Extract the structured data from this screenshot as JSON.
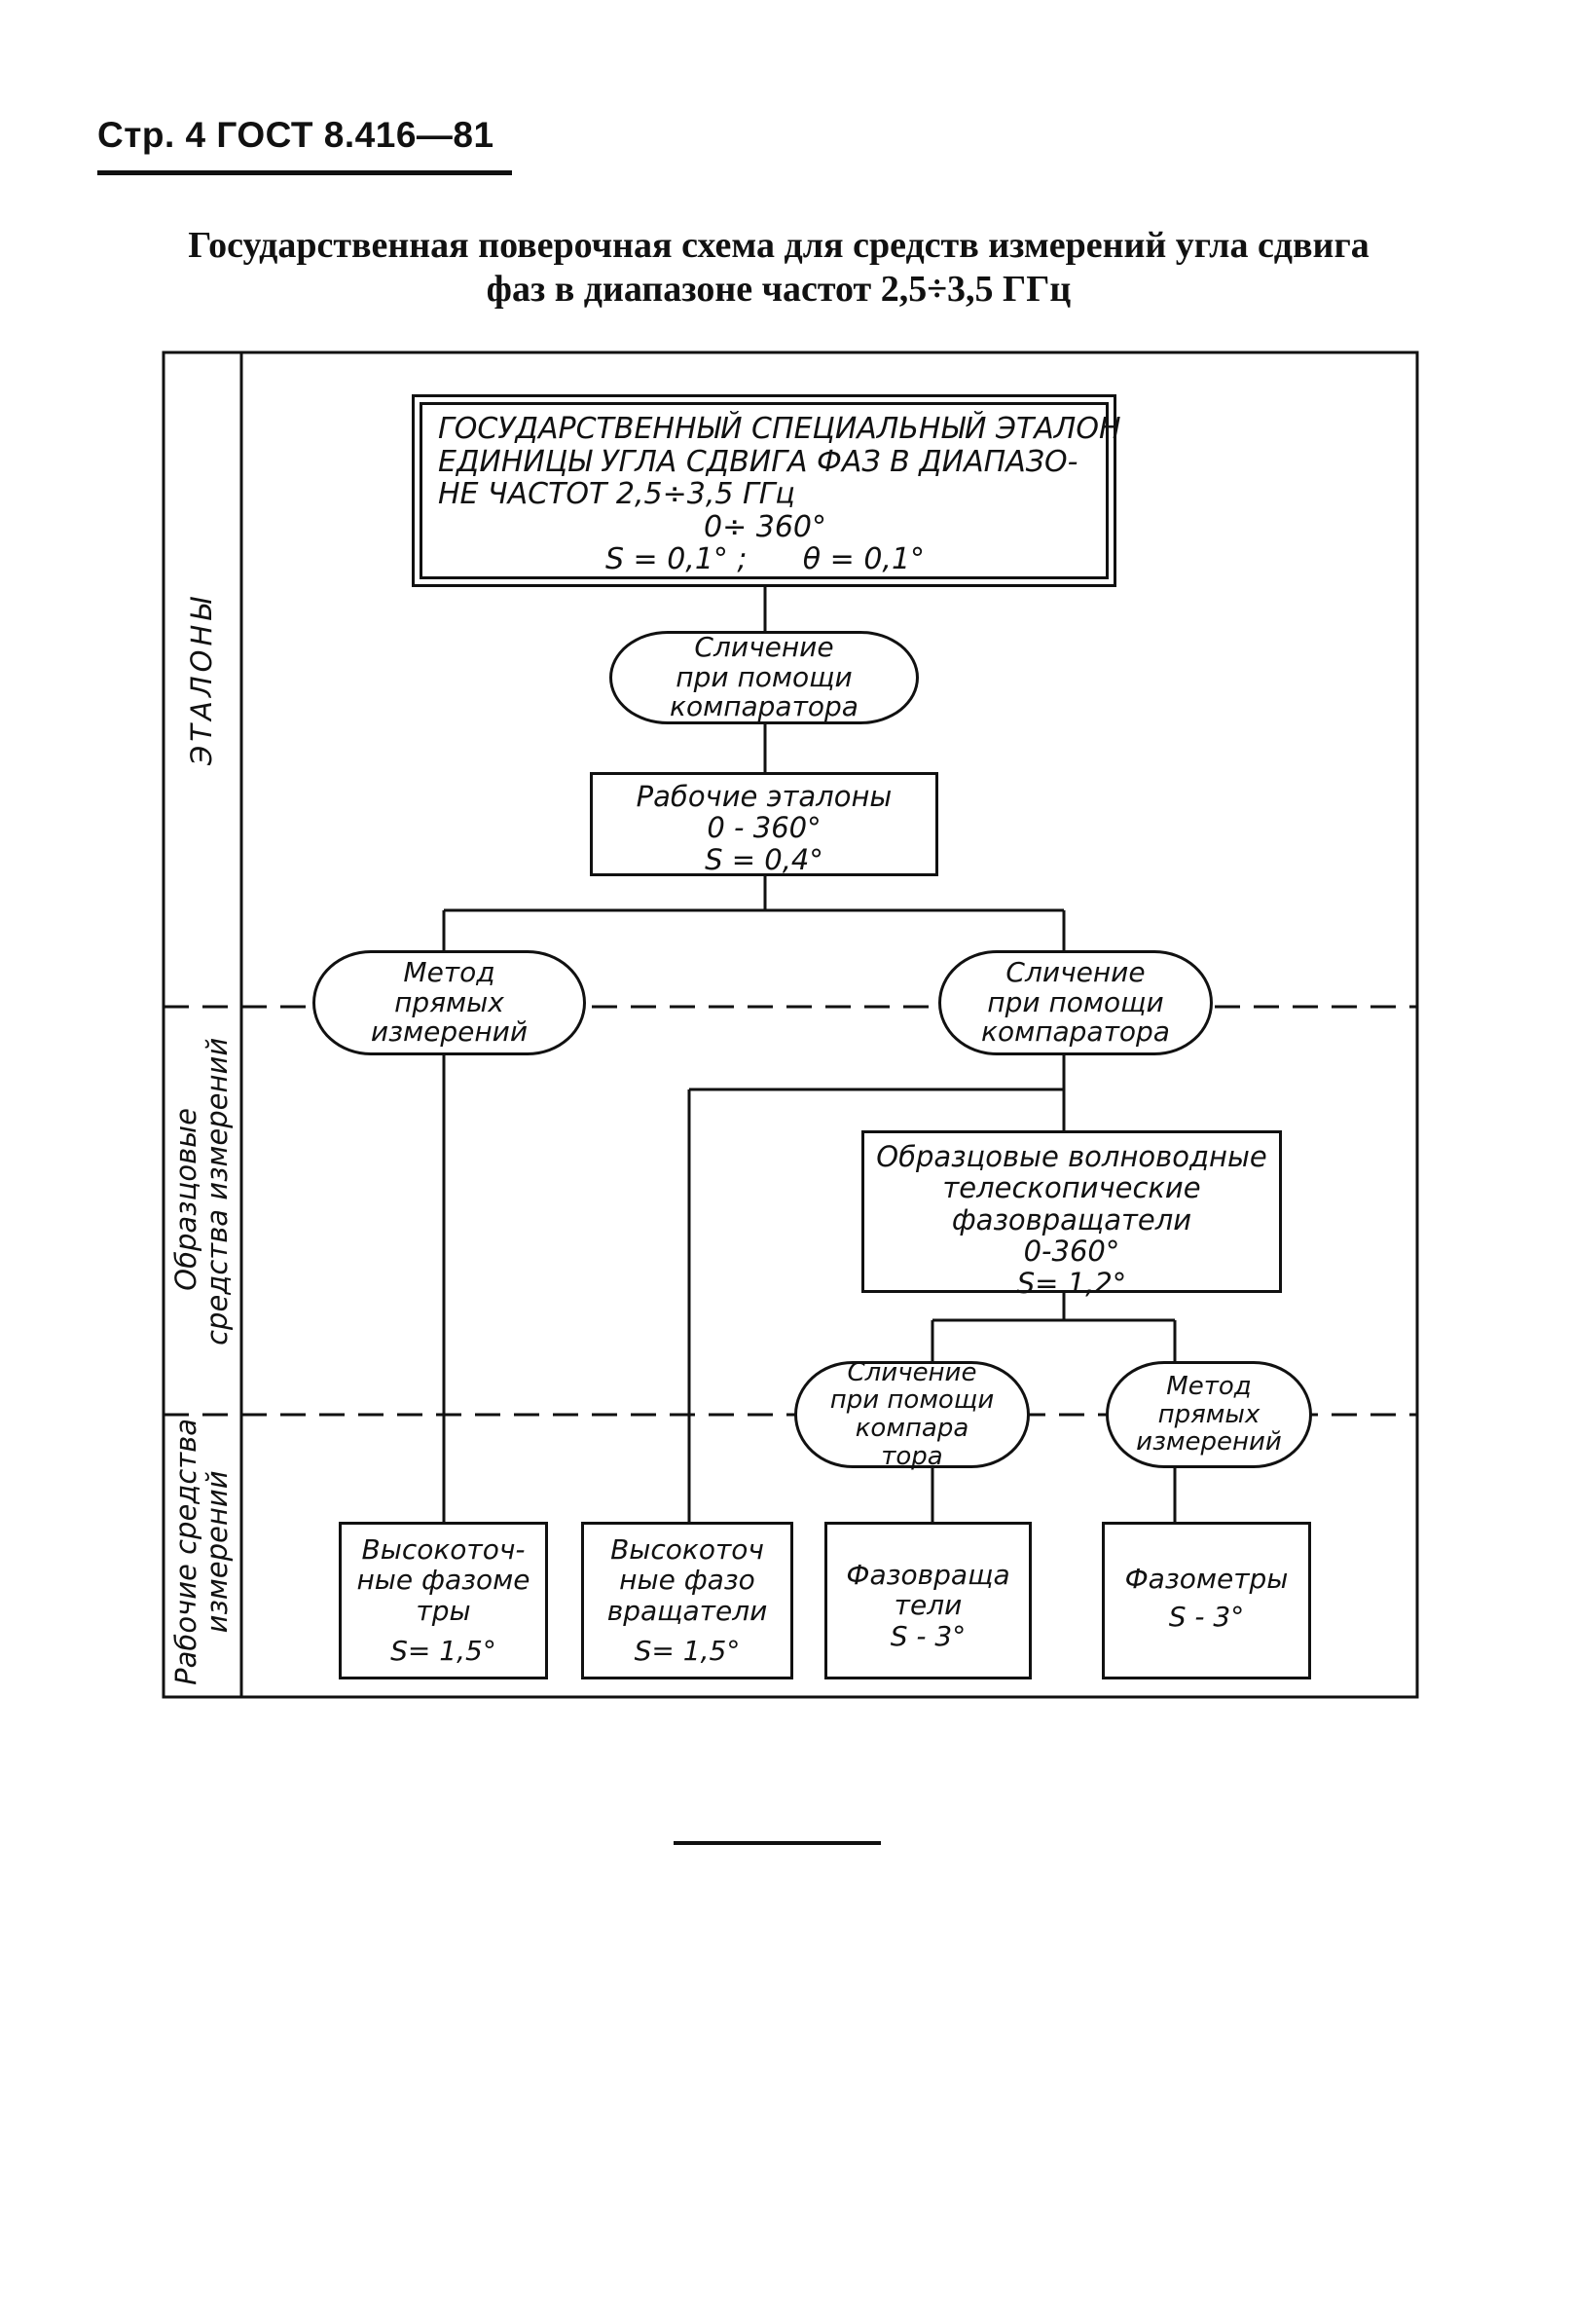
{
  "header": {
    "page_ref": "Стр. 4 ГОСТ 8.416—81"
  },
  "title": {
    "line1": "Государственная поверочная схема для средств измерений угла сдвига",
    "line2": "фаз в диапазоне частот 2,5÷3,5 ГГц"
  },
  "zones": {
    "etalony": "ЭТАЛОНЫ",
    "obraztsovye": [
      "Образцовые",
      "средства измерений"
    ],
    "rabochie": [
      "Рабочие средства",
      "измерений"
    ]
  },
  "nodes": {
    "state_standard": {
      "lines": [
        "ГОСУДАРСТВЕННЫЙ СПЕЦИАЛЬНЫЙ ЭТАЛОН",
        "ЕДИНИЦЫ УГЛА СДВИГА ФАЗ В ДИАПАЗО-",
        "НЕ ЧАСТОТ 2,5÷3,5 ГГц",
        "0÷ 360°",
        "S = 0,1° ;      θ = 0,1°"
      ]
    },
    "comparison_1": {
      "lines": [
        "Сличение",
        "при помощи",
        "компаратора"
      ]
    },
    "working_standards": {
      "lines": [
        "Рабочие эталоны",
        "0 - 360°",
        "S = 0,4°"
      ]
    },
    "direct_method_1": {
      "lines": [
        "Метод",
        "прямых",
        "измерений"
      ]
    },
    "comparison_2": {
      "lines": [
        "Сличение",
        "при помощи",
        "компаратора"
      ]
    },
    "reference_shifters": {
      "lines": [
        "Образцовые волноводные",
        "телескопические",
        "фазовращатели",
        "0-360°",
        "S= 1,2°"
      ]
    },
    "comparison_3": {
      "lines": [
        "Сличение",
        "при помощи",
        "компара",
        "тора"
      ]
    },
    "direct_method_2": {
      "lines": [
        "Метод",
        "прямых",
        "измерений"
      ]
    },
    "work_phasemeters_hp": {
      "lines": [
        "Высокоточ-",
        "ные фазоме",
        "тры",
        "S= 1,5°"
      ]
    },
    "work_shifters_hp": {
      "lines": [
        "Высокоточ",
        "ные фазо",
        "вращатели",
        "S= 1,5°"
      ]
    },
    "work_shifters": {
      "lines": [
        "Фазовраща",
        "тели",
        "S - 3°"
      ]
    },
    "work_phasemeters": {
      "lines": [
        "Фазометры",
        "S - 3°"
      ]
    }
  }
}
